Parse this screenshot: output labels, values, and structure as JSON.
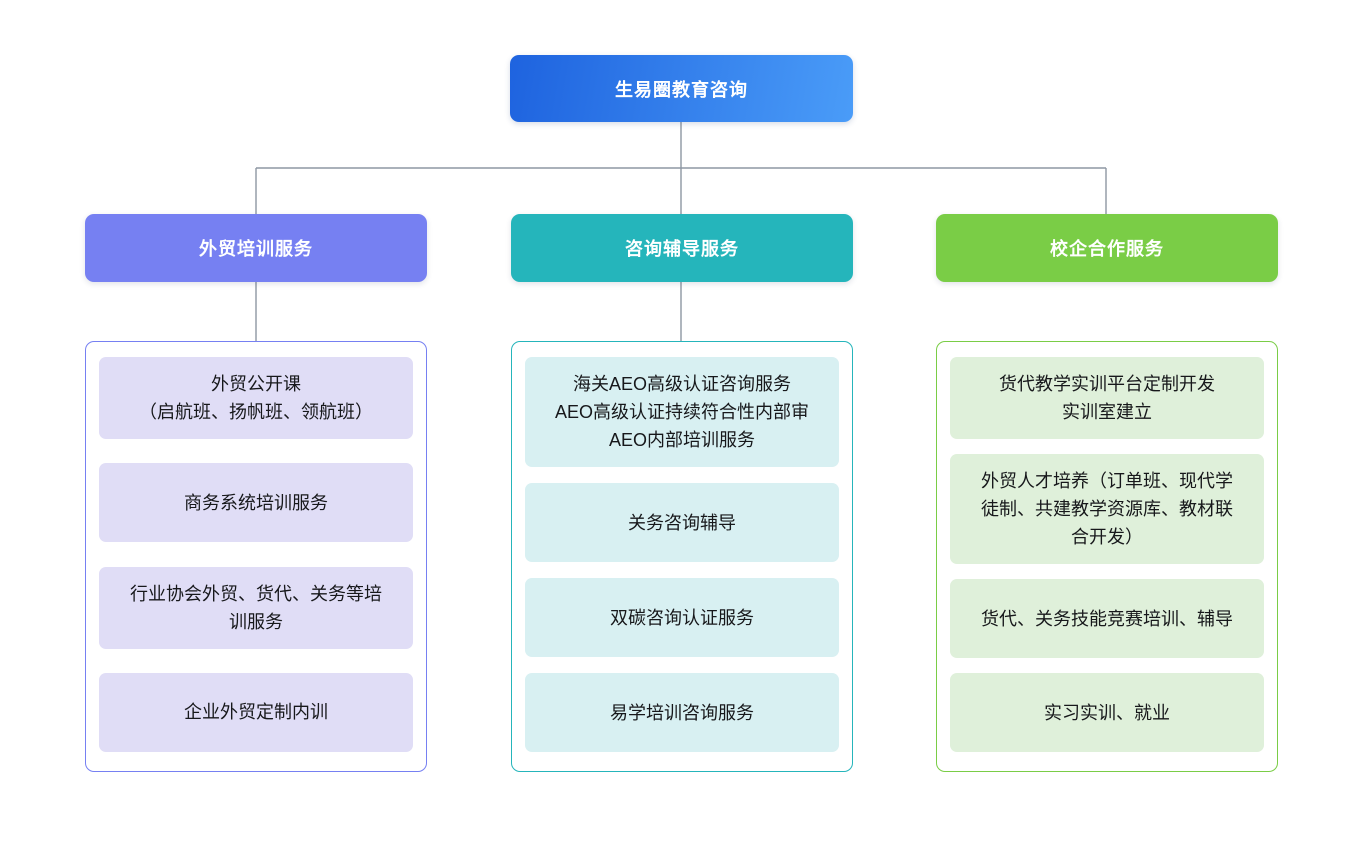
{
  "root": {
    "label": "生易圈教育咨询"
  },
  "colors": {
    "root_gradient_from": "#1E63DF",
    "root_gradient_to": "#4A9CF8",
    "connector": "#8D97A3",
    "item_text": "#17181B"
  },
  "branches": [
    {
      "label": "外贸培训服务",
      "accent": "#7680F2",
      "item_bg": "#E0DDF6",
      "items": [
        "外贸公开课\n（启航班、扬帆班、领航班）",
        "商务系统培训服务",
        "行业协会外贸、货代、关务等培训服务",
        "企业外贸定制内训"
      ]
    },
    {
      "label": "咨询辅导服务",
      "accent": "#25B5BB",
      "item_bg": "#D8F0F2",
      "items": [
        "海关AEO高级认证咨询服务\nAEO高级认证持续符合性内部审\nAEO内部培训服务",
        "关务咨询辅导",
        "双碳咨询认证服务",
        "易学培训咨询服务"
      ]
    },
    {
      "label": "校企合作服务",
      "accent": "#7ACD46",
      "item_bg": "#DFF0DA",
      "items": [
        "货代教学实训平台定制开发\n实训室建立",
        "外贸人才培养（订单班、现代学徒制、共建教学资源库、教材联合开发）",
        "货代、关务技能竞赛培训、辅导",
        "实习实训、就业"
      ]
    }
  ]
}
